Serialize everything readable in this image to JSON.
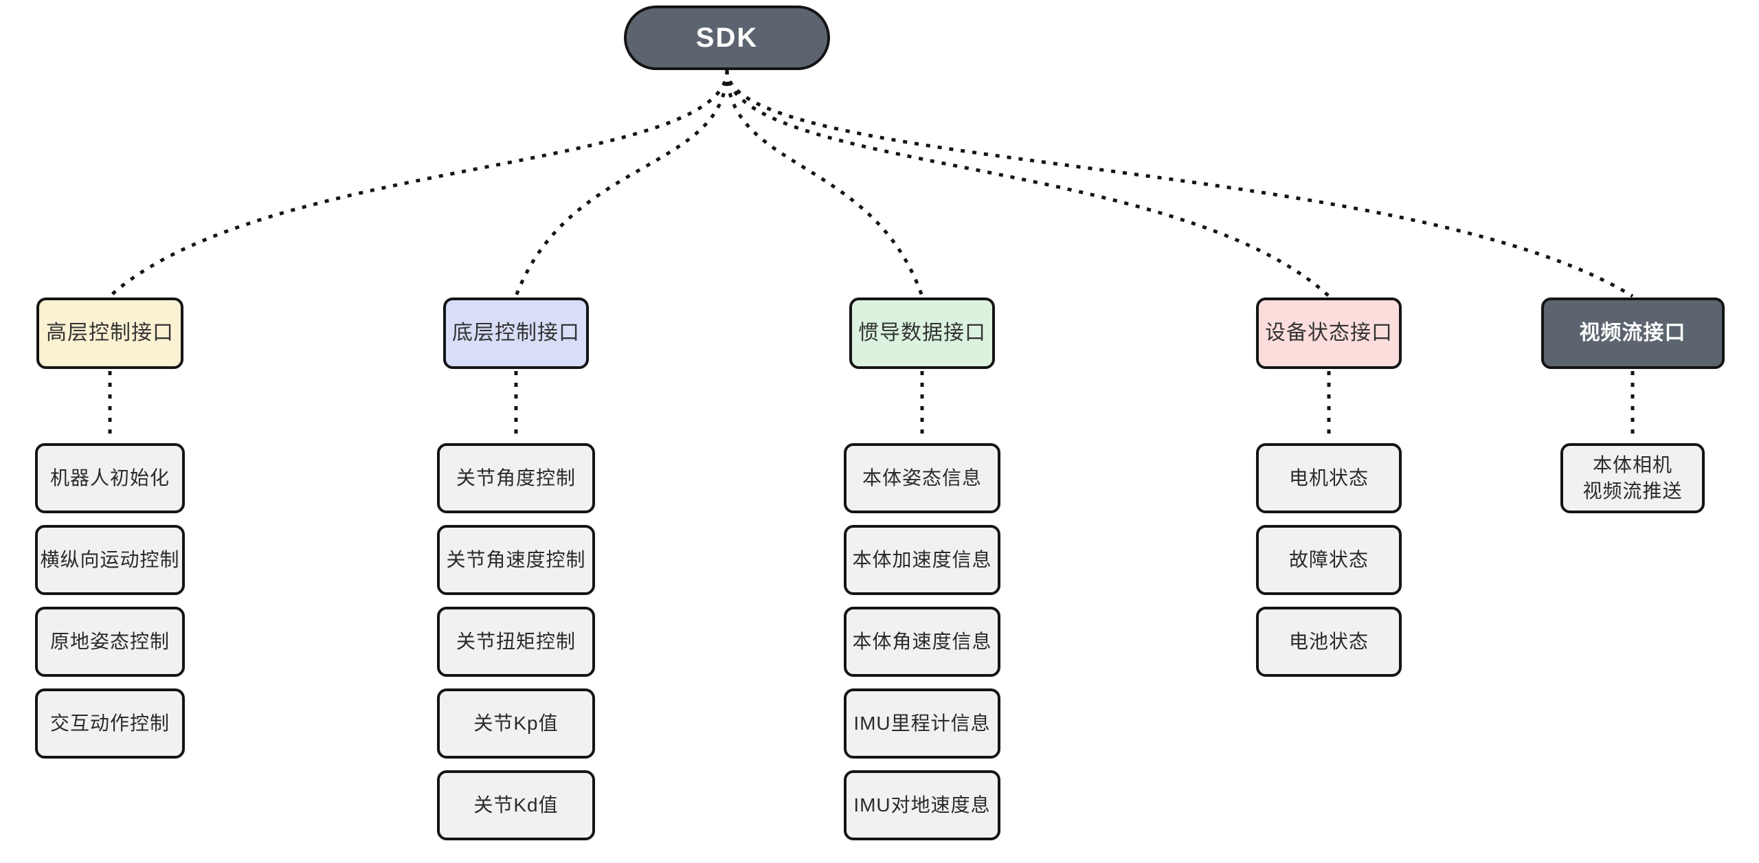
{
  "root": {
    "label": "SDK"
  },
  "colors": {
    "background": "#FFFFFF",
    "connector": "#141414",
    "node_border": "#141414",
    "dark_node_fill": "#5C6470",
    "dark_node_text": "#FFFFFF",
    "child_fill": "#F1F1F2",
    "child_text": "#2A2A2A",
    "category_text": "#333333"
  },
  "branches": [
    {
      "label": "高层控制接口",
      "fill": "#FBF1D3",
      "text_color": "#333333",
      "dark": false,
      "children": [
        "机器人初始化",
        "横纵向运动控制",
        "原地姿态控制",
        "交互动作控制"
      ]
    },
    {
      "label": "底层控制接口",
      "fill": "#D8DEF8",
      "text_color": "#333333",
      "dark": false,
      "children": [
        "关节角度控制",
        "关节角速度控制",
        "关节扭矩控制",
        "关节Kp值",
        "关节Kd值"
      ]
    },
    {
      "label": "惯导数据接口",
      "fill": "#DBF2DE",
      "text_color": "#333333",
      "dark": false,
      "children": [
        "本体姿态信息",
        "本体加速度信息",
        "本体角速度信息",
        "IMU里程计信息",
        "IMU对地速度息"
      ]
    },
    {
      "label": "设备状态接口",
      "fill": "#FBDDDB",
      "text_color": "#333333",
      "dark": false,
      "children": [
        "电机状态",
        "故障状态",
        "电池状态"
      ]
    },
    {
      "label": "视频流接口",
      "fill": "#5C6470",
      "text_color": "#FFFFFF",
      "dark": true,
      "children": [
        "本体相机\n视频流推送"
      ]
    }
  ]
}
